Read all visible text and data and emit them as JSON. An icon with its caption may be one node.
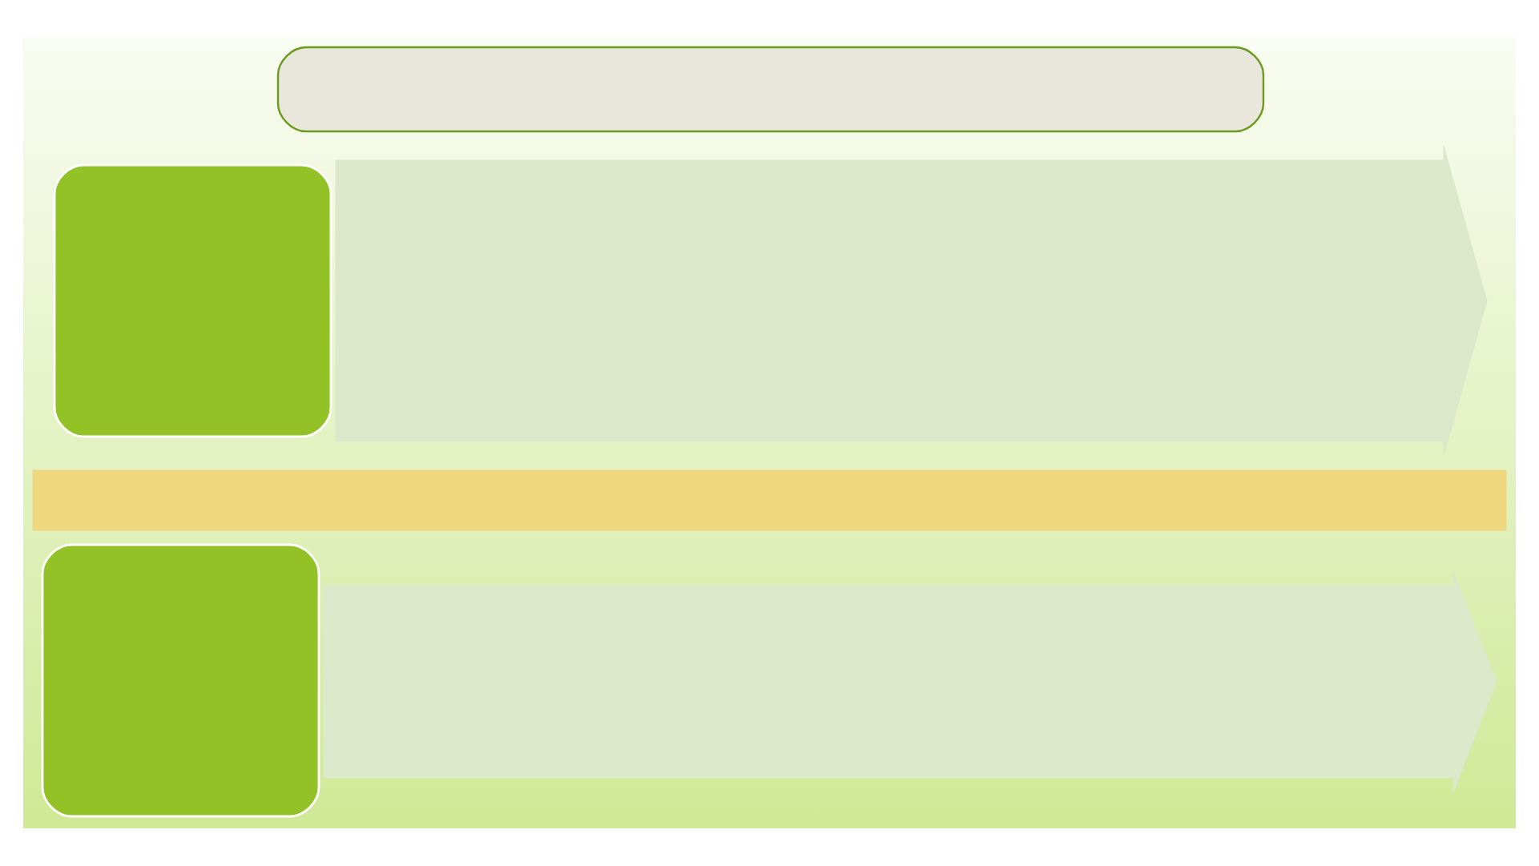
{
  "diagram": {
    "nodes": [
      {
        "text": [],
        "shape": "box"
      },
      {
        "text": [],
        "shape": "box"
      },
      {
        "text": [],
        "shape": "arrow"
      },
      {
        "text": [],
        "shape": "bar"
      },
      {
        "text": [],
        "shape": "box"
      },
      {
        "text": [],
        "shape": "arrow"
      }
    ]
  }
}
